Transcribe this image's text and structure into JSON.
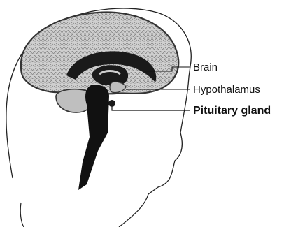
{
  "labels": {
    "brain": "Brain",
    "hypothalamus": "Hypothalamus",
    "pituitary": "Pituitary gland"
  }
}
